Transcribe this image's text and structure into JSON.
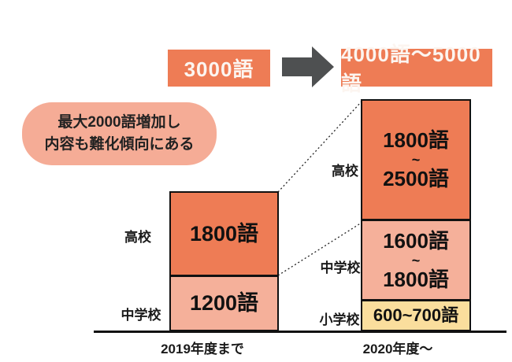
{
  "colors": {
    "orange": "#ee7c55",
    "pink": "#f5b09a",
    "bubble": "#f5ac96",
    "yellow": "#fade9d",
    "arrow": "#4e5051",
    "ink": "#1b1b1b"
  },
  "header": {
    "before_total": "3000語",
    "after_total": "4000語〜5000語"
  },
  "callout": {
    "line1": "最大2000語増加し",
    "line2": "内容も難化傾向にある"
  },
  "bars": {
    "left": {
      "segments": [
        {
          "label": "高校",
          "lines": [
            "1800語"
          ]
        },
        {
          "label": "中学校",
          "lines": [
            "1200語"
          ]
        }
      ]
    },
    "right": {
      "segments": [
        {
          "label": "高校",
          "lines": [
            "1800語",
            "~",
            "2500語"
          ]
        },
        {
          "label": "中学校",
          "lines": [
            "1600語",
            "~",
            "1800語"
          ]
        },
        {
          "label": "小学校",
          "lines": [
            "600~700語"
          ]
        }
      ]
    }
  },
  "axis": {
    "left_label": "2019年度まで",
    "right_label": "2020年度〜"
  },
  "chart_data": {
    "type": "bar",
    "subtype": "stacked",
    "title": "",
    "xlabel": "",
    "ylabel": "",
    "grid": false,
    "legend_position": "left-of-bars",
    "categories": [
      "2019年度まで",
      "2020年度〜"
    ],
    "series": [
      {
        "name": "高校",
        "values": [
          1800,
          2500
        ],
        "value_labels": [
          "1800語",
          "1800語~2500語"
        ]
      },
      {
        "name": "中学校",
        "values": [
          1200,
          1800
        ],
        "value_labels": [
          "1200語",
          "1600語~1800語"
        ]
      },
      {
        "name": "小学校",
        "values": [
          0,
          700
        ],
        "value_labels": [
          "",
          "600~700語"
        ]
      }
    ],
    "totals_by_category": [
      "3000語",
      "4000語〜5000語"
    ],
    "annotation": "最大2000語増加し 内容も難化傾向にある"
  }
}
